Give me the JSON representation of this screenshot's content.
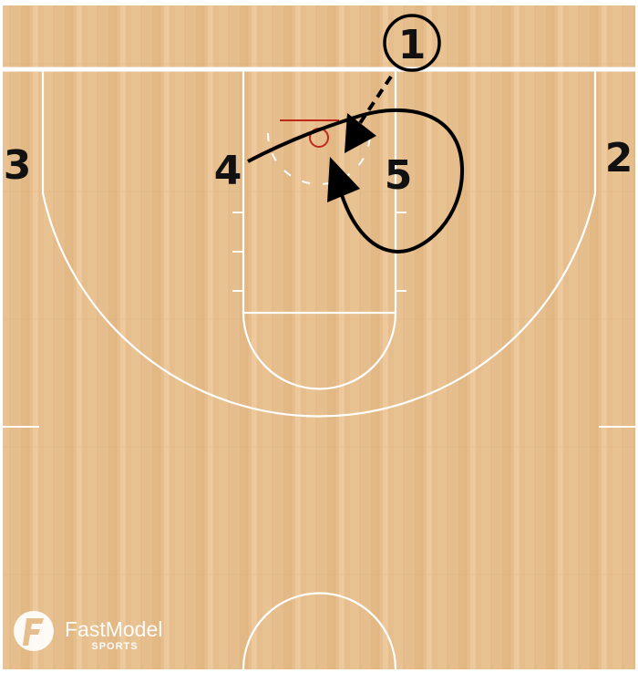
{
  "colors": {
    "floor": "#e6bd8c",
    "floor_light": "#ecc699",
    "floor_dark": "#dcb07c",
    "court_lines": "#ffffff",
    "action": "#000000",
    "rim": "#c0281a"
  },
  "players": {
    "p1": "1",
    "p2": "2",
    "p3": "3",
    "p4": "4",
    "p5": "5"
  },
  "actions": {
    "pass": "dashed-arrow",
    "cut_4": "curved-arrow",
    "cut_5": "loop-arrow"
  },
  "logo": {
    "brand": "FastModel",
    "sub": "SPORTS",
    "icon": "f-mark-icon"
  }
}
